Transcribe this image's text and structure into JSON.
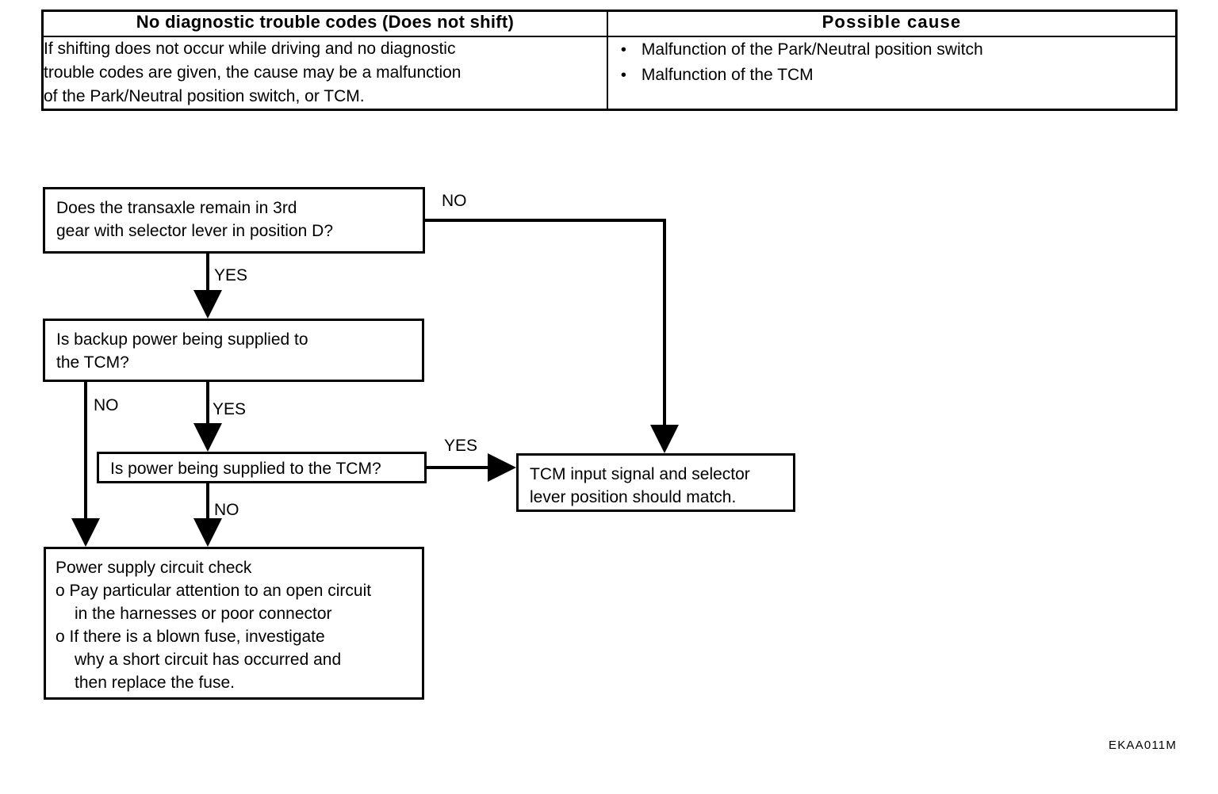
{
  "table": {
    "headers": {
      "left": "No diagnostic trouble codes (Does not shift)",
      "right": "Possible  cause"
    },
    "left_cell": {
      "line1": "If shifting does not occur while driving and no diagnostic",
      "line2": "trouble codes are given, the cause may be a malfunction",
      "line3": "of the Park/Neutral position switch, or TCM."
    },
    "right_cell": {
      "bullet_glyph": "•",
      "items": [
        "Malfunction of the Park/Neutral position switch",
        "Malfunction of the TCM"
      ]
    }
  },
  "flowchart": {
    "nodes": {
      "q1": {
        "line1": "Does the transaxle remain in 3rd",
        "line2": "gear with selector lever in position D?"
      },
      "q2": {
        "line1": "Is backup power being supplied to",
        "line2": "the TCM?"
      },
      "q3": {
        "line1": "Is power being supplied to the TCM?"
      },
      "result": {
        "line1": "TCM input signal and selector",
        "line2": "lever position should match."
      },
      "action": {
        "title": "Power supply circuit check",
        "item1_line1": "o Pay particular attention to an open circuit",
        "item1_line2": "in the harnesses or poor connector",
        "item2_line1": "o If there is a blown fuse, investigate",
        "item2_line2": "why a short circuit has occurred and",
        "item2_line3": "then replace the fuse."
      }
    },
    "edge_labels": {
      "q1_no": "NO",
      "q1_yes": "YES",
      "q2_no": "NO",
      "q2_yes": "YES",
      "q3_yes": "YES",
      "q3_no": "NO"
    }
  },
  "figure_code": "EKAA011M",
  "colors": {
    "ink": "#000000",
    "paper": "#ffffff"
  }
}
